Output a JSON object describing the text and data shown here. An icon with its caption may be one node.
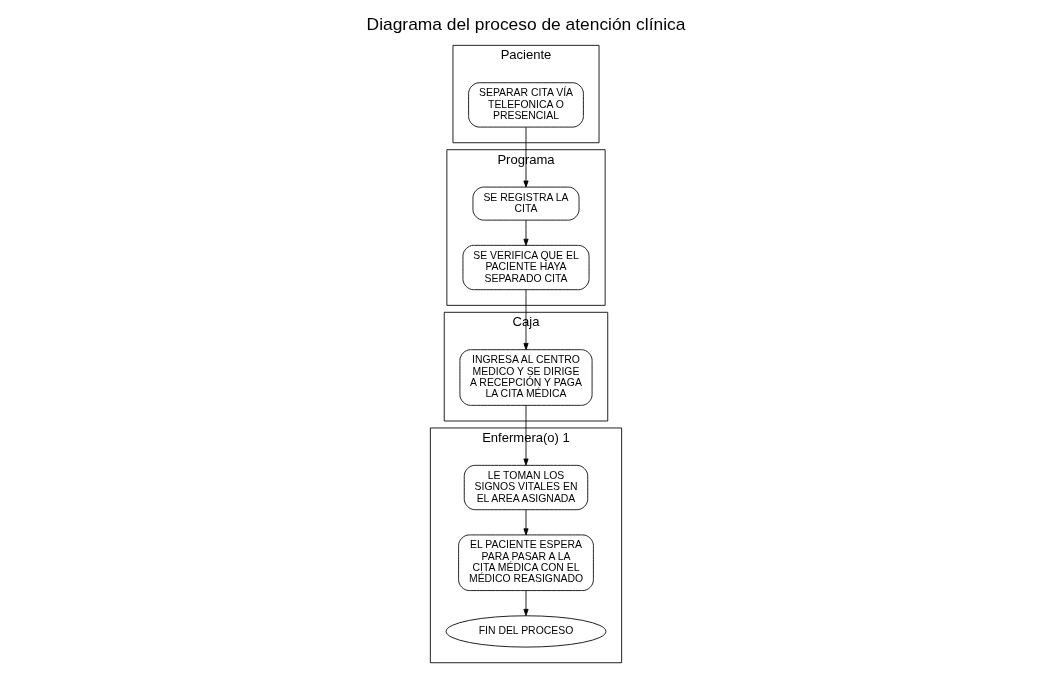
{
  "diagram": {
    "title": "Diagrama del proceso de atención clínica",
    "nodes": [
      {
        "text": [
          "Paciente"
        ]
      },
      {
        "text": [
          "SEPARAR CITA VÍA TELEFONICA O PRESENCIAL"
        ],
        "in": 0
      },
      {
        "text": [
          "Programa"
        ]
      },
      {
        "text": [
          "SE REGISTRA LA CITA"
        ],
        "in": 2
      },
      {
        "text": [
          "SE VERIFICA QUE EL PACIENTE HAYA SEPARADO CITA"
        ],
        "in": 2
      },
      {
        "text": [
          "Caja"
        ]
      },
      {
        "text": [
          "INGRESA AL CENTRO MEDICO Y SE DIRIGE A RECEPCIÓN Y PAGA LA CITA MÉDICA"
        ],
        "in": 5
      },
      {
        "text": [
          "Enfermera(o) 1"
        ]
      },
      {
        "text": [
          "LE TOMAN LOS SIGNOS VITALES EN EL AREA ASIGNADA"
        ],
        "in": 7
      },
      {
        "text": [
          "EL PACIENTE ESPERA PARA PASAR A LA CITA MÉDICA CON EL MÉDICO REASIGNADO"
        ],
        "in": 7
      },
      {
        "text": [
          "FIN DEL PROCESO"
        ],
        "in": 7
      }
    ],
    "edges": [
      {
        "from": 1,
        "to": 3,
        "arrow": "to"
      },
      {
        "from": 3,
        "to": 4,
        "arrow": "to"
      },
      {
        "from": 4,
        "to": 6,
        "arrow": "to"
      },
      {
        "from": 6,
        "to": 8,
        "arrow": "to"
      },
      {
        "from": 8,
        "to": 9,
        "arrow": "to"
      },
      {
        "from": 9,
        "to": 10,
        "arrow": "to"
      }
    ]
  }
}
